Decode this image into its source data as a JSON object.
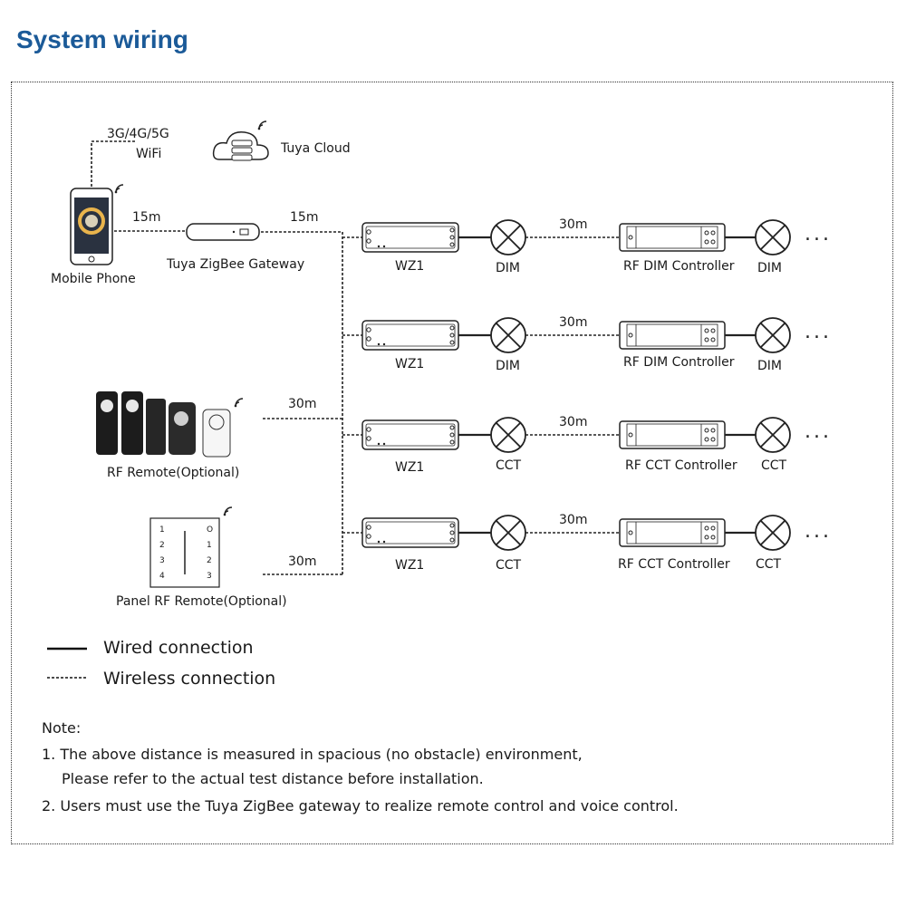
{
  "title": "System wiring",
  "cloud": {
    "line1": "3G/4G/5G",
    "line2": "WiFi",
    "label": "Tuya Cloud"
  },
  "phone": {
    "label": "Mobile Phone",
    "distance": "15m"
  },
  "gateway": {
    "label": "Tuya ZigBee Gateway",
    "distance": "15m"
  },
  "rf_remote": {
    "label": "RF Remote(Optional)",
    "distance": "30m"
  },
  "panel_remote": {
    "label": "Panel RF Remote(Optional)",
    "distance": "30m",
    "keys_left": [
      "1",
      "2",
      "3",
      "4"
    ],
    "keys_right": [
      "O",
      "1",
      "2",
      "3"
    ]
  },
  "rows": [
    {
      "controller": "WZ1",
      "lamp": "DIM",
      "distance": "30m",
      "rf_controller": "RF DIM Controller",
      "lamp2": "DIM",
      "more": "..."
    },
    {
      "controller": "WZ1",
      "lamp": "DIM",
      "distance": "30m",
      "rf_controller": "RF DIM Controller",
      "lamp2": "DIM",
      "more": "..."
    },
    {
      "controller": "WZ1",
      "lamp": "CCT",
      "distance": "30m",
      "rf_controller": "RF CCT Controller",
      "lamp2": "CCT",
      "more": "..."
    },
    {
      "controller": "WZ1",
      "lamp": "CCT",
      "distance": "30m",
      "rf_controller": "RF CCT Controller",
      "lamp2": "CCT",
      "more": "..."
    }
  ],
  "legend": {
    "wired": "Wired connection",
    "wireless": "Wireless connection"
  },
  "notes": {
    "heading": "Note:",
    "n1a": "1. The above distance is measured in spacious (no obstacle) environment,",
    "n1b": "Please refer to the actual test distance before installation.",
    "n2": "2. Users must use the Tuya ZigBee gateway to realize remote control and voice control."
  }
}
